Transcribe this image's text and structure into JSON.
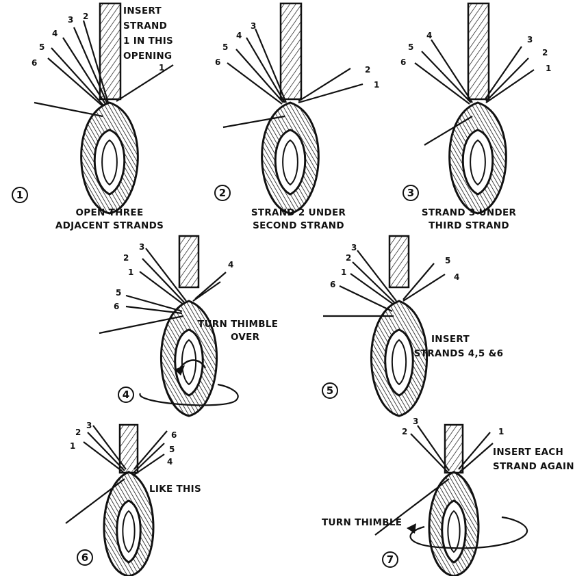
{
  "steps": [
    {
      "number": "1",
      "caption_lines": [
        "OPEN THREE",
        "ADJACENT STRANDS"
      ],
      "note_lines": [
        "INSERT",
        "STRAND",
        "1 IN THIS",
        "OPENING"
      ],
      "strand_labels": [
        "1",
        "2",
        "3",
        "4",
        "5",
        "6"
      ]
    },
    {
      "number": "2",
      "caption_lines": [
        "STRAND 2 UNDER",
        "SECOND STRAND"
      ],
      "strand_labels": [
        "1",
        "2",
        "3",
        "4",
        "5",
        "6"
      ]
    },
    {
      "number": "3",
      "caption_lines": [
        "STRAND 3 UNDER",
        "THIRD STRAND"
      ],
      "strand_labels": [
        "1",
        "2",
        "3",
        "4",
        "5",
        "6"
      ]
    },
    {
      "number": "4",
      "note_lines": [
        "TURN THIMBLE",
        "OVER"
      ],
      "strand_labels": [
        "1",
        "2",
        "3",
        "4",
        "5",
        "6"
      ]
    },
    {
      "number": "5",
      "note_lines": [
        "INSERT",
        "STRANDS 4,5 &6"
      ],
      "strand_labels": [
        "1",
        "2",
        "3",
        "4",
        "5",
        "6"
      ]
    },
    {
      "number": "6",
      "note_lines": [
        "LIKE THIS"
      ],
      "strand_labels": [
        "1",
        "2",
        "3",
        "4",
        "5",
        "6"
      ]
    },
    {
      "number": "7",
      "note_lines": [
        "INSERT EACH",
        "STRAND AGAIN"
      ],
      "note2": "TURN THIMBLE",
      "strand_labels": [
        "1",
        "2",
        "3"
      ]
    }
  ]
}
